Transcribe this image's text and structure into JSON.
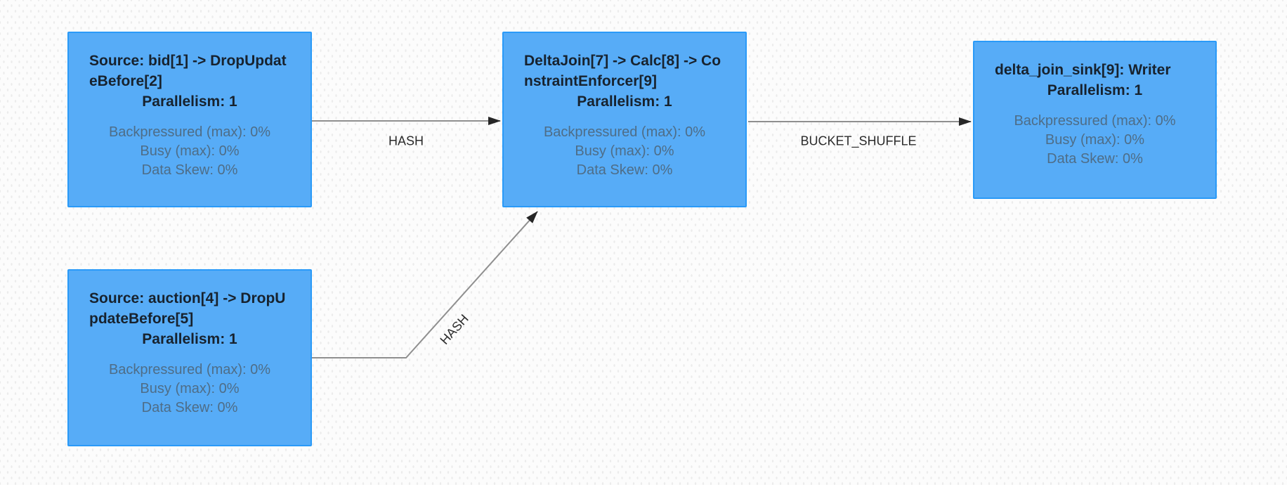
{
  "graph": {
    "background_color": "#fcfcfc",
    "node_fill_color": "#57acf7",
    "node_border_color": "#2a9af8",
    "edge_line_color": "#8f8f8f",
    "arrowhead_color": "#262626",
    "title_text_color": "#17222e",
    "stats_text_color": "#4e6d87",
    "edge_label_color": "#2b2b2b"
  },
  "nodes": [
    {
      "id": "source-bid",
      "title": "Source: bid[1] -> DropUpdateBefore[2]",
      "parallelism": "Parallelism: 1",
      "stats": [
        "Backpressured (max): 0%",
        "Busy (max): 0%",
        "Data Skew: 0%"
      ]
    },
    {
      "id": "source-auction",
      "title": "Source: auction[4] -> DropUpdateBefore[5]",
      "parallelism": "Parallelism: 1",
      "stats": [
        "Backpressured (max): 0%",
        "Busy (max): 0%",
        "Data Skew: 0%"
      ]
    },
    {
      "id": "delta-join",
      "title": "DeltaJoin[7] -> Calc[8] -> ConstraintEnforcer[9]",
      "parallelism": "Parallelism: 1",
      "stats": [
        "Backpressured (max): 0%",
        "Busy (max): 0%",
        "Data Skew: 0%"
      ]
    },
    {
      "id": "delta-join-sink",
      "title": "delta_join_sink[9]: Writer",
      "parallelism": "Parallelism: 1",
      "stats": [
        "Backpressured (max): 0%",
        "Busy (max): 0%",
        "Data Skew: 0%"
      ]
    }
  ],
  "edges": [
    {
      "from": "source-bid",
      "to": "delta-join",
      "label": "HASH"
    },
    {
      "from": "source-auction",
      "to": "delta-join",
      "label": "HASH"
    },
    {
      "from": "delta-join",
      "to": "delta-join-sink",
      "label": "BUCKET_SHUFFLE"
    }
  ]
}
